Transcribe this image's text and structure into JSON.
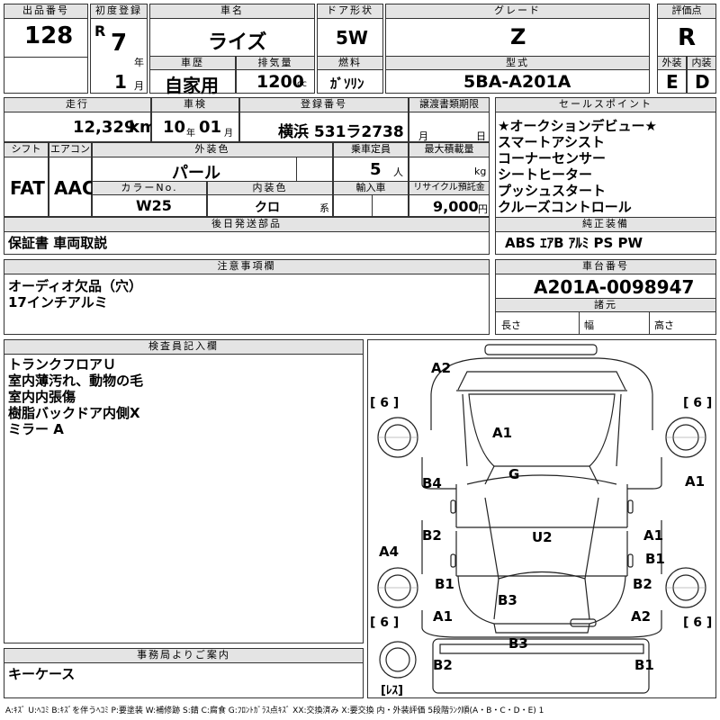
{
  "header": {
    "lot_no_label": "出品番号",
    "lot_no": "128",
    "first_reg_label": "初度登録",
    "era": "R",
    "year": "7",
    "year_unit": "年",
    "month": "1",
    "month_unit": "月",
    "car_name_label": "車名",
    "car_name": "ライズ",
    "door_label": "ドア形状",
    "door": "5W",
    "grade_label": "グレード",
    "grade": "Z",
    "score_label": "評価点",
    "score": "R",
    "history_label": "車歴",
    "history": "自家用",
    "displacement_label": "排気量",
    "displacement": "1200",
    "displacement_unit": "cc",
    "fuel_label": "燃料",
    "fuel": "ｶﾞｿﾘﾝ",
    "model_label": "型式",
    "model": "5BA-A201A",
    "exterior_label": "外装",
    "exterior": "E",
    "interior_label": "内装",
    "interior": "D"
  },
  "row2": {
    "mileage_label": "走行",
    "mileage": "12,329",
    "mileage_unit": "km",
    "inspection_label": "車検",
    "insp_year": "10",
    "insp_year_unit": "年",
    "insp_month": "01",
    "insp_month_unit": "月",
    "reg_no_label": "登録番号",
    "reg_no": "横浜 531ラ2738",
    "transfer_label": "譲渡書類期限",
    "transfer_month": "月",
    "transfer_day": "日",
    "shift_label": "シフト",
    "shift": "FAT",
    "ac_label": "エアコン",
    "ac": "AAC",
    "ext_color_label": "外装色",
    "ext_color": "パール",
    "capacity_label": "乗車定員",
    "capacity": "5",
    "capacity_unit": "人",
    "max_load_label": "最大積載量",
    "max_load_unit": "kg",
    "color_no_label": "カラーNo.",
    "color_no": "W25",
    "int_color_label": "内装色",
    "int_color": "クロ",
    "int_color_unit": "系",
    "import_label": "輸入車",
    "recycle_label": "リサイクル預託金",
    "recycle": "9,000",
    "recycle_unit": "円",
    "later_parts_label": "後日発送部品",
    "later_parts": "保証書 車両取説"
  },
  "sales_points": {
    "label": "セールスポイント",
    "items": [
      "★オークションデビュー★",
      "スマートアシスト",
      "コーナーセンサー",
      "シートヒーター",
      "プッシュスタート",
      "クルーズコントロール"
    ]
  },
  "genuine": {
    "label": "純正装備",
    "items": "ABS ｴｱB ｱﾙﾐ PS PW"
  },
  "notes": {
    "label": "注意事項欄",
    "lines": [
      "オーディオ欠品（穴）",
      "17インチアルミ"
    ]
  },
  "chassis": {
    "label": "車台番号",
    "number": "A201A-0098947",
    "dims_label": "諸元",
    "length": "長さ",
    "width": "幅",
    "height": "高さ"
  },
  "inspector": {
    "label": "検査員記入欄",
    "lines": [
      "トランクフロアＵ",
      "室内薄汚れ、動物の毛",
      "室内内張傷",
      "樹脂バックドア内側X",
      "ミラー A"
    ]
  },
  "office": {
    "label": "事務局よりご案内",
    "text": "キーケース"
  },
  "diagram": {
    "marks": [
      "A2",
      "A1",
      "G",
      "B4",
      "A1",
      "B2",
      "U2",
      "A1",
      "B1",
      "A4",
      "B1",
      "B2",
      "B3",
      "A1",
      "A2",
      "B3",
      "B2",
      "B1"
    ],
    "tires": [
      "[ 6 ]",
      "[ 6 ]",
      "[ 6 ]",
      "[ 6 ]"
    ],
    "spare": "[ﾚｽ]"
  },
  "legend": "A:ｷｽﾞ U:ﾍｺﾐ B:ｷｽﾞを伴うﾍｺﾐ P:要塗装 W:補修跡 S:錆 C:腐食 G:ﾌﾛﾝﾄｶﾞﾗｽ点ｷｽﾞ XX:交換済み X:要交換 内・外装評価 5段階ﾗﾝｸ順(A・B・C・D・E) 1"
}
